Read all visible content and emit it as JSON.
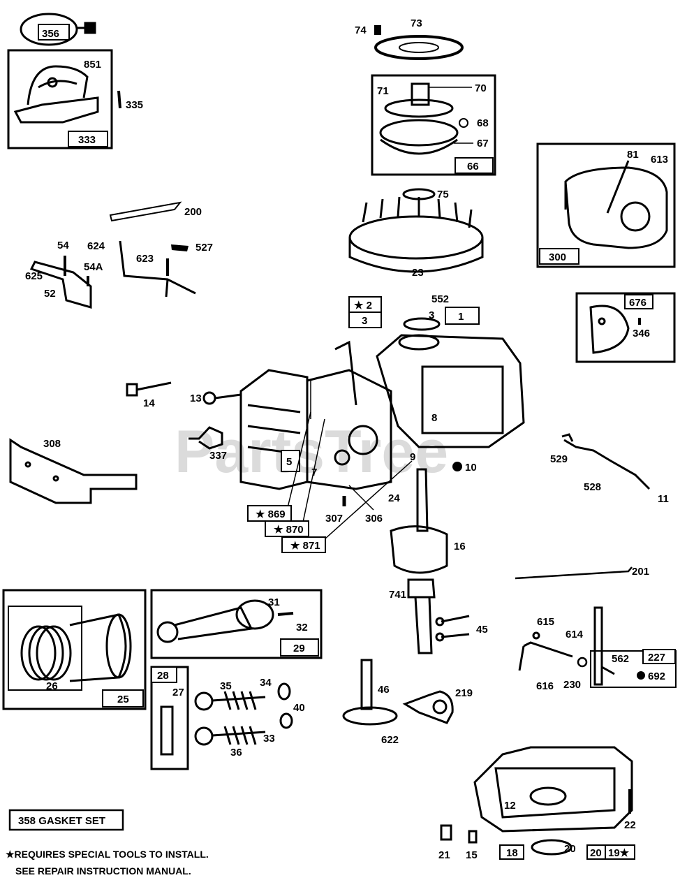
{
  "watermark": "PartsTree",
  "parts": {
    "p356": "356",
    "p851": "851",
    "p335": "335",
    "p333": "333",
    "p74": "74",
    "p73": "73",
    "p70": "70",
    "p71": "71",
    "p68": "68",
    "p67": "67",
    "p66": "66",
    "p81": "81",
    "p613": "613",
    "p300": "300",
    "p200": "200",
    "p54": "54",
    "p624": "624",
    "p527": "527",
    "p54A": "54A",
    "p623": "623",
    "p625": "625",
    "p52": "52",
    "p75": "75",
    "p23": "23",
    "p552": "552",
    "p2": "★ 2",
    "p3box": "3",
    "p3": "3",
    "p1": "1",
    "p676": "676",
    "p346": "346",
    "p14": "14",
    "p13": "13",
    "p308": "308",
    "p337": "337",
    "p8": "8",
    "p5": "5",
    "p7": "7",
    "p9": "9",
    "p10": "10",
    "p529": "529",
    "p528": "528",
    "p11": "11",
    "p869": "★ 869",
    "p870": "★ 870",
    "p871": "★ 871",
    "p307": "307",
    "p306": "306",
    "p24": "24",
    "p16": "16",
    "p201": "201",
    "p741": "741",
    "p45": "45",
    "p26": "26",
    "p25": "25",
    "p31": "31",
    "p32": "32",
    "p29": "29",
    "p28": "28",
    "p27": "27",
    "p35": "35",
    "p34": "34",
    "p40": "40",
    "p33": "33",
    "p36": "36",
    "p46": "46",
    "p219": "219",
    "p622": "622",
    "p615": "615",
    "p614": "614",
    "p562": "562",
    "p227": "227",
    "p692": "692",
    "p616": "616",
    "p230": "230",
    "p12": "12",
    "p22": "22",
    "p21": "21",
    "p15": "15",
    "p18": "18",
    "p20a": "20",
    "p20b": "20",
    "p19": "19★"
  },
  "notes": {
    "gasket_set": "358  GASKET SET",
    "special_tools_line1": "★REQUIRES SPECIAL TOOLS TO INSTALL.",
    "special_tools_line2": "SEE REPAIR INSTRUCTION MANUAL."
  }
}
